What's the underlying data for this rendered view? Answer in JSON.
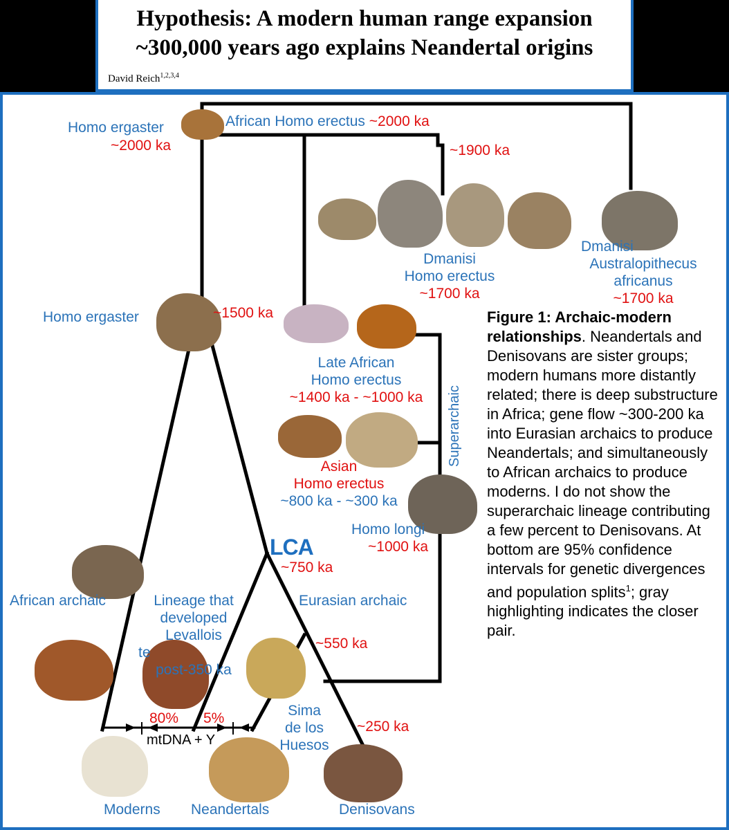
{
  "header": {
    "title_line1": "Hypothesis: A modern human range expansion",
    "title_line2": "~300,000 years ago explains Neandertal origins",
    "author": "David Reich",
    "author_affil": "1,2,3,4"
  },
  "labels": {
    "homo_ergaster_top": "Homo ergaster",
    "homo_ergaster_top_date": "~2000 ka",
    "african_homo_erectus": "African Homo erectus",
    "african_homo_erectus_date": "~2000 ka",
    "date_1900": "~1900 ka",
    "dmanisi_he_l1": "Dmanisi",
    "dmanisi_he_l2": "Homo erectus",
    "dmanisi_he_date": "~1700 ka",
    "dmanisi_au_l1": "Dmanisi",
    "dmanisi_au_l2": "Australopithecus",
    "dmanisi_au_l3": "africanus",
    "dmanisi_au_date": "~1700 ka",
    "homo_ergaster_mid": "Homo ergaster",
    "date_1500": "~1500 ka",
    "late_african_l1": "Late African",
    "late_african_l2": "Homo erectus",
    "late_african_date": "~1400 ka - ~1000 ka",
    "superarchaic": "Superarchaic",
    "asian_l1": "Asian",
    "asian_l2": "Homo erectus",
    "asian_date": "~800 ka - ~300 ka",
    "homo_longi": "Homo longi",
    "homo_longi_date": "~1000 ka",
    "lca": "LCA",
    "lca_date": "~750 ka",
    "african_archaic": "African archaic",
    "lineage_l1": "Lineage that",
    "lineage_l2": "developed",
    "lineage_l3": "Levallois",
    "lineage_l4": "te",
    "lineage_l5": "post-350 ka",
    "eurasian_archaic": "Eurasian archaic",
    "date_550": "~550 ka",
    "sima_l1": "Sima",
    "sima_l2": "de los",
    "sima_l3": "Huesos",
    "date_250": "~250 ka",
    "pct_80": "80%",
    "pct_5": "5%",
    "mtdna": "mtDNA + Y",
    "moderns": "Moderns",
    "neandertals": "Neandertals",
    "denisovans": "Denisovans"
  },
  "caption": {
    "heading": "Figure 1: Archaic-modern relationships",
    "period": ".",
    "body1": "Neandertals and Denisovans are sister groups; modern humans more distantly related; there is deep substructure in Africa; gene flow ~300-200 ka into Eurasian archaics to produce Neandertals; and simultaneously to African archaics to produce moderns. I do not show the superarchaic lineage contributing a few percent to Denisovans. At bottom are 95% confidence intervals for genetic divergences and population splits",
    "sup": "1",
    "body2": "; gray highlighting indicates the closer pair."
  },
  "colors": {
    "blue_label": "#2b73b8",
    "red_date": "#e01010",
    "frame_blue": "#1e6fbf"
  }
}
